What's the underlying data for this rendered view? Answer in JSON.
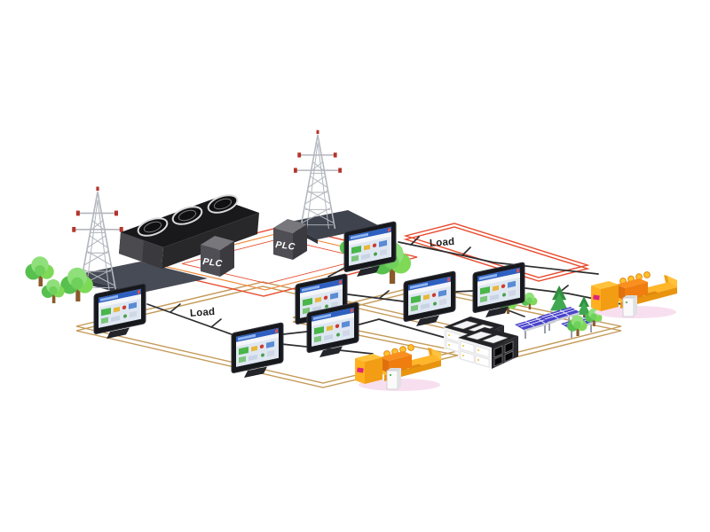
{
  "meta": {
    "type": "isometric-diagram",
    "subject": "Smart grid / microgrid power distribution system with PLC control network"
  },
  "labels": {
    "plc1": "PLC",
    "plc2": "PLC",
    "load_top": "Load",
    "load_left": "Load"
  },
  "colors": {
    "bus_orange": "#e84a2d",
    "bus_orange_light": "#ef8a3a",
    "bus_tan": "#c49a58",
    "line_black": "#2e2e30",
    "hmi_titlebar": "#2e5fc0",
    "solar_panel": "#4a43cc",
    "genset_yellow": "#ffb62b",
    "genset_orange": "#f0820f",
    "tower_gray": "#b2b6bd",
    "generator_black": "#1b1b1e",
    "plc_gray": "#4e4e54",
    "tree_green": "#6fd05c"
  },
  "components": {
    "towers": [
      {
        "id": "transmission-tower-left",
        "kind": "transmission tower"
      },
      {
        "id": "transmission-tower-right",
        "kind": "transmission tower"
      }
    ],
    "main_generator": {
      "id": "industrial-generator",
      "kind": "utility generator unit",
      "vents": 3
    },
    "plcs": [
      {
        "id": "plc-1",
        "kind": "PLC controller"
      },
      {
        "id": "plc-2",
        "kind": "PLC controller"
      }
    ],
    "hmi_panels": [
      {
        "id": "hmi-1"
      },
      {
        "id": "hmi-2"
      },
      {
        "id": "hmi-3"
      },
      {
        "id": "hmi-4"
      },
      {
        "id": "hmi-5"
      },
      {
        "id": "hmi-6"
      },
      {
        "id": "hmi-7"
      }
    ],
    "solar_array": {
      "id": "solar-array",
      "kind": "solar PV array",
      "panel_groups": 3
    },
    "gensets": [
      {
        "id": "genset-right",
        "kind": "engine generator set"
      },
      {
        "id": "genset-bottom",
        "kind": "engine generator set"
      }
    ],
    "battery_building": {
      "id": "battery-storage-units",
      "kind": "modular storage containers",
      "units": 2
    },
    "loads": [
      {
        "id": "load-top"
      },
      {
        "id": "load-left"
      }
    ]
  }
}
